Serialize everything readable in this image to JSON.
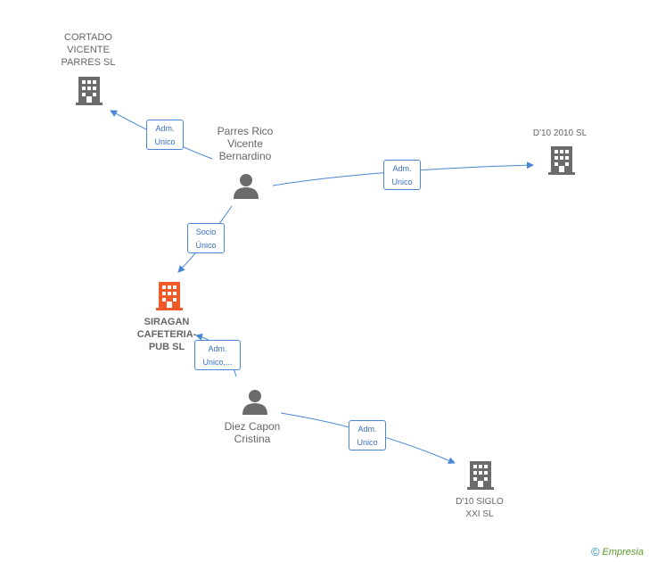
{
  "colors": {
    "edge": "#4a86d6",
    "node_gray": "#6b6b6b",
    "node_main": "#f05a28",
    "brand": "#5a9a2f"
  },
  "nodes": {
    "cortado": {
      "lines": [
        "CORTADO",
        "VICENTE",
        "PARRES  SL"
      ],
      "icon": "building-icon"
    },
    "parres": {
      "lines": [
        "Parres Rico",
        "Vicente",
        "Bernardino"
      ],
      "icon": "person-icon"
    },
    "d10_2010": {
      "lines": [
        "D'10 2010 SL"
      ],
      "icon": "building-icon"
    },
    "siragan": {
      "lines": [
        "SIRAGAN",
        "CAFETERIA-",
        "PUB SL"
      ],
      "icon": "building-icon"
    },
    "diez": {
      "lines": [
        "Diez Capon",
        "Cristina"
      ],
      "icon": "person-icon"
    },
    "d10_xxi": {
      "lines": [
        "D'10 SIGLO",
        "XXI SL"
      ],
      "icon": "building-icon"
    }
  },
  "edges": [
    {
      "lines": [
        "Adm.",
        "Unico"
      ]
    },
    {
      "lines": [
        "Adm.",
        "Unico"
      ]
    },
    {
      "lines": [
        "Socio",
        "Único"
      ]
    },
    {
      "lines": [
        "Adm.",
        "Unico,..."
      ]
    },
    {
      "lines": [
        "Adm.",
        "Unico"
      ]
    }
  ],
  "brand": {
    "copyright": "©",
    "name": "Empresia"
  }
}
